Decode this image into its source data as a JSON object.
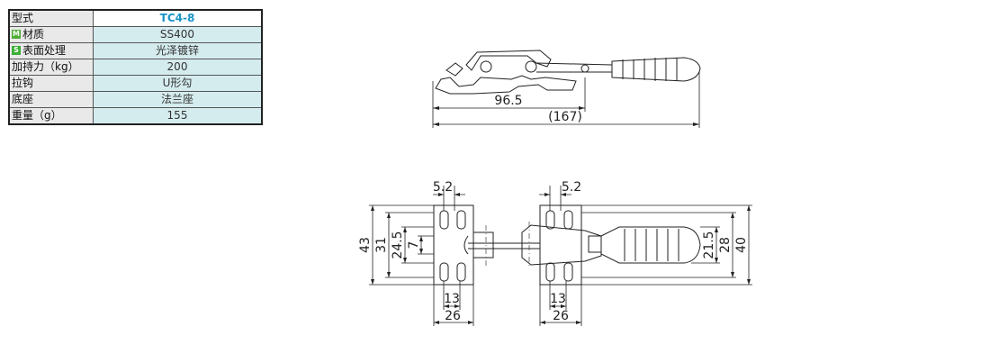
{
  "spec": {
    "model_label": "型式",
    "model_value": "TC4-8",
    "material_badge": "M",
    "material_label": "材质",
    "material_value": "SS400",
    "surface_badge": "S",
    "surface_label": "表面处理",
    "surface_value": "光泽镀锌",
    "force_label": "加持力（kg）",
    "force_value": "200",
    "hook_label": "拉钩",
    "hook_value": "U形勾",
    "base_label": "底座",
    "base_value": "法兰座",
    "weight_label": "重量（g）",
    "weight_value": "155"
  },
  "colors": {
    "value_bg": "#d5ecef",
    "label_bg": "#e9e9e9",
    "model_text": "#1a94c8",
    "badge_green": "#4fae33"
  },
  "dims": {
    "side_965": "96.5",
    "side_167": "(167)",
    "top_52_left": "5.2",
    "top_52_right": "5.2",
    "left_43": "43",
    "left_31": "31",
    "left_245": "24.5",
    "left_7": "7",
    "bot_13_left": "13",
    "bot_26_left": "26",
    "bot_13_right": "13",
    "bot_26_right": "26",
    "right_215": "21.5",
    "right_28": "28",
    "right_40": "40"
  }
}
